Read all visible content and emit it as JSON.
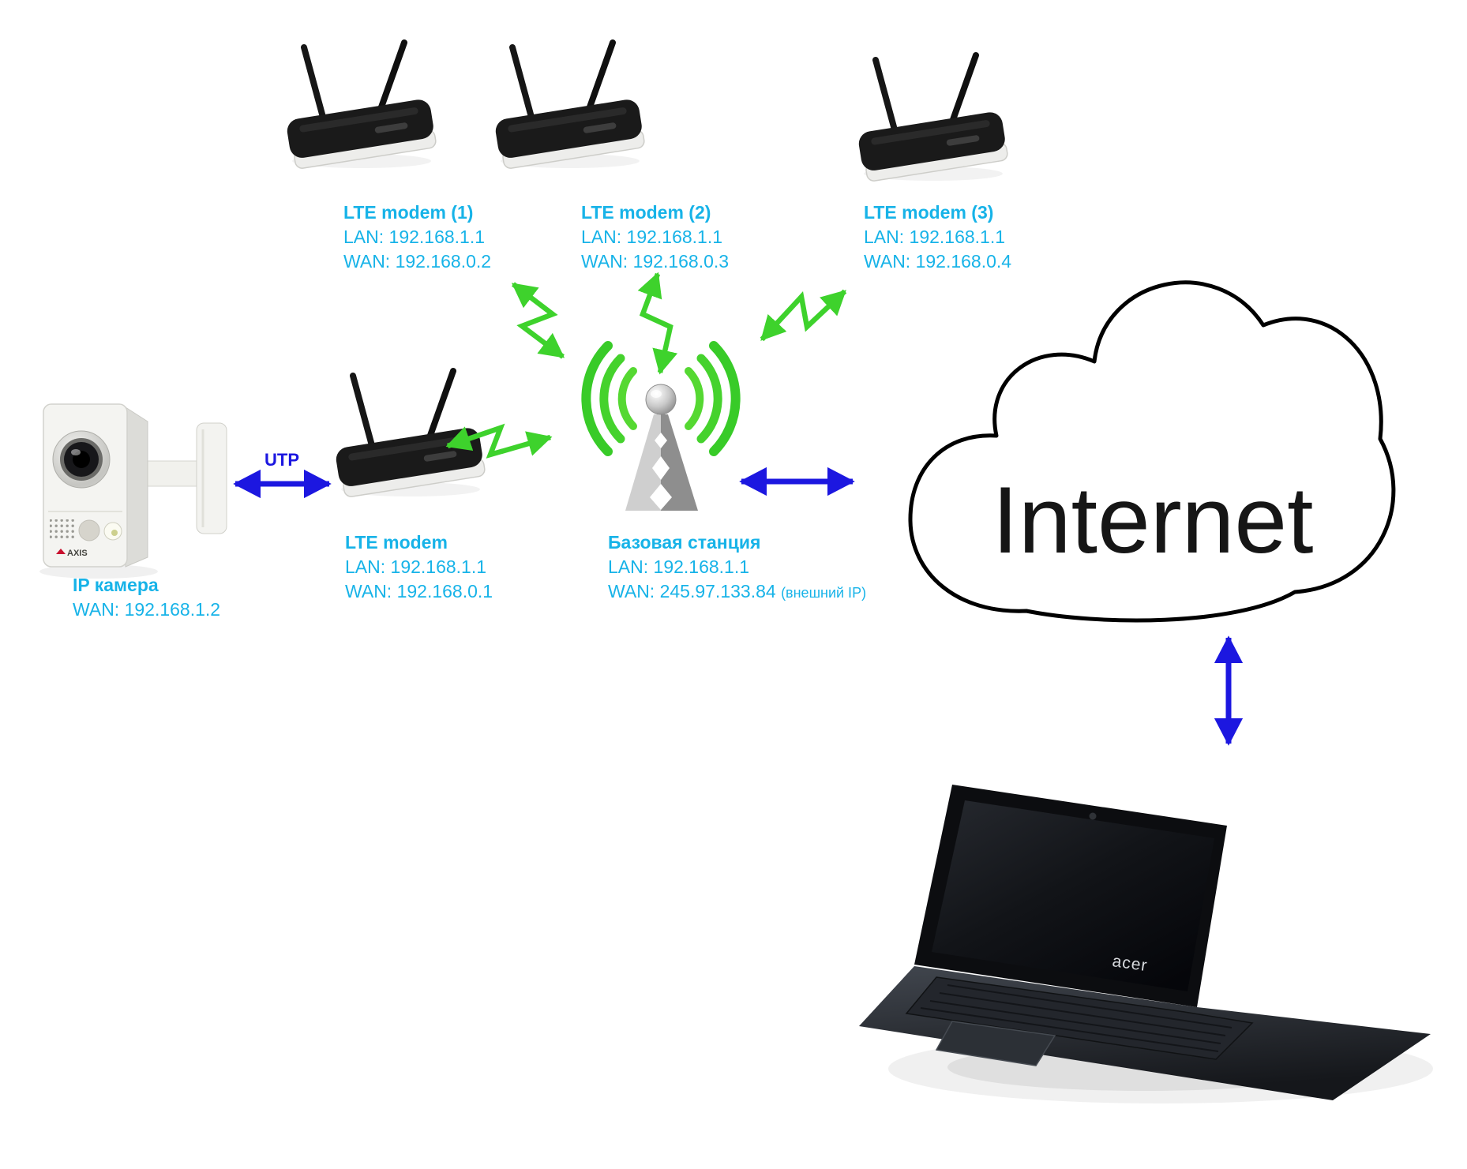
{
  "nodes": {
    "modem1": {
      "title": "LTE modem (1)",
      "lan": "LAN: 192.168.1.1",
      "wan": "WAN: 192.168.0.2"
    },
    "modem2": {
      "title": "LTE modem (2)",
      "lan": "LAN: 192.168.1.1",
      "wan": "WAN: 192.168.0.3"
    },
    "modem3": {
      "title": "LTE modem (3)",
      "lan": "LAN: 192.168.1.1",
      "wan": "WAN: 192.168.0.4"
    },
    "modem_main": {
      "title": "LTE modem",
      "lan": "LAN: 192.168.1.1",
      "wan": "WAN: 192.168.0.1"
    },
    "camera": {
      "title": "IP камера",
      "wan": "WAN: 192.168.1.2",
      "logo": "AXIS"
    },
    "base_station": {
      "title": "Базовая станция",
      "lan": "LAN: 192.168.1.1",
      "wan": "WAN: 245.97.133.84",
      "wan_note": "(внешний IP)"
    },
    "internet": {
      "label": "Internet"
    },
    "laptop": {
      "brand_label": "acer"
    }
  },
  "links": {
    "utp": {
      "label": "UTP"
    }
  },
  "colors": {
    "label_cyan": "#17b3e8",
    "arrow_blue": "#1c17e0",
    "wireless_green": "#3ed22c",
    "cloud_outline": "#000000"
  }
}
